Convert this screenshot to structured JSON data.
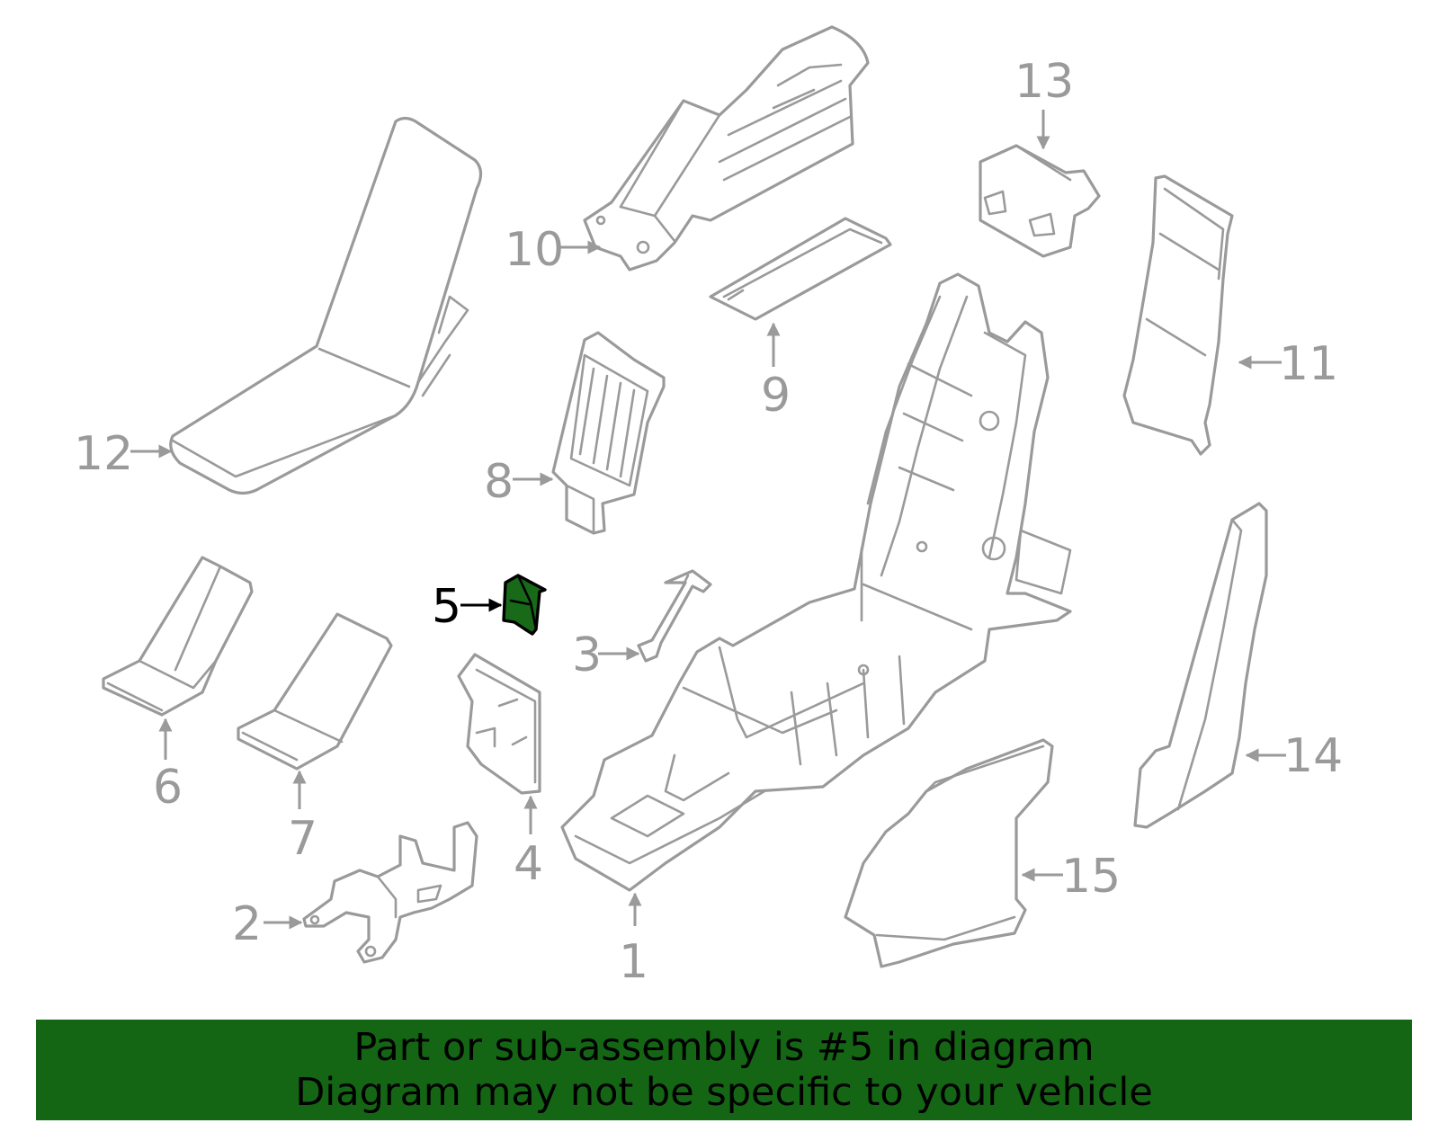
{
  "diagram": {
    "colors": {
      "line": "#9a9a9a",
      "highlight_fill": "#186a18",
      "highlight_text": "#000000",
      "banner_bg": "#146614"
    },
    "highlighted_part": "5",
    "callouts": {
      "c1": "1",
      "c2": "2",
      "c3": "3",
      "c4": "4",
      "c5": "5",
      "c6": "6",
      "c7": "7",
      "c8": "8",
      "c9": "9",
      "c10": "10",
      "c11": "11",
      "c12": "12",
      "c13": "13",
      "c14": "14",
      "c15": "15"
    }
  },
  "banner": {
    "line1": "Part or sub-assembly is #5 in diagram",
    "line2": "Diagram may not be specific to your vehicle"
  }
}
